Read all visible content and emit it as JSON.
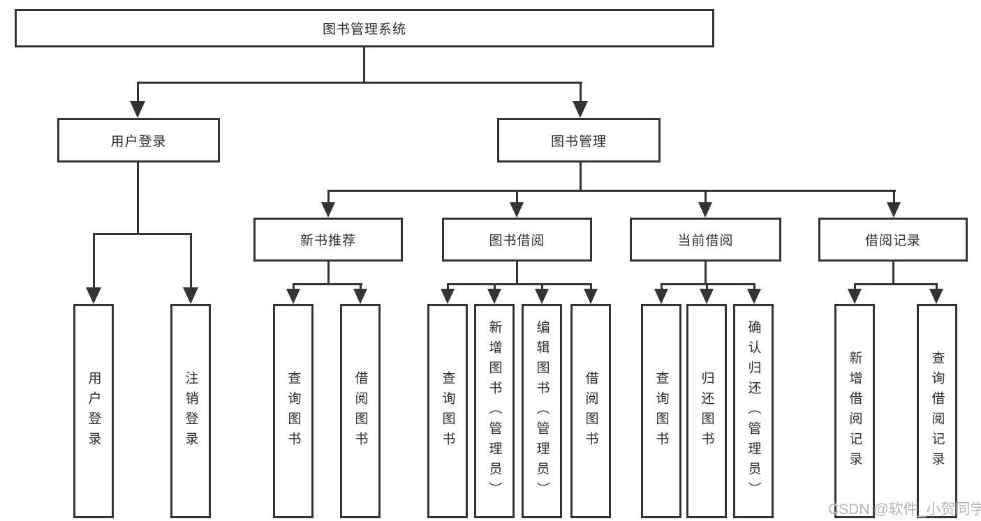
{
  "diagram": {
    "type": "tree",
    "tree": {
      "root": {
        "label": "图书管理系统"
      },
      "branches": [
        {
          "label": "用户登录",
          "children": [
            {
              "label": "用户登录"
            },
            {
              "label": "注销登录"
            }
          ]
        },
        {
          "label": "图书管理",
          "children": [
            {
              "label": "新书推荐",
              "children": [
                {
                  "label": "查询图书"
                },
                {
                  "label": "借阅图书"
                }
              ]
            },
            {
              "label": "图书借阅",
              "children": [
                {
                  "label": "查询图书"
                },
                {
                  "label": "新增图书（管理员）"
                },
                {
                  "label": "编辑图书（管理员）"
                },
                {
                  "label": "借阅图书"
                }
              ]
            },
            {
              "label": "当前借阅",
              "children": [
                {
                  "label": "查询图书"
                },
                {
                  "label": "归还图书"
                },
                {
                  "label": "确认归还（管理员）"
                }
              ]
            },
            {
              "label": "借阅记录",
              "children": [
                {
                  "label": "新增借阅记录"
                },
                {
                  "label": "查询借阅记录"
                }
              ]
            }
          ]
        }
      ]
    },
    "colors": {
      "line": "#333333",
      "text": "#2d2d2d",
      "background": "#ffffff",
      "watermark": "#b4b4b4"
    }
  },
  "watermark": {
    "text": "CSDN @软件_小贺同学"
  }
}
